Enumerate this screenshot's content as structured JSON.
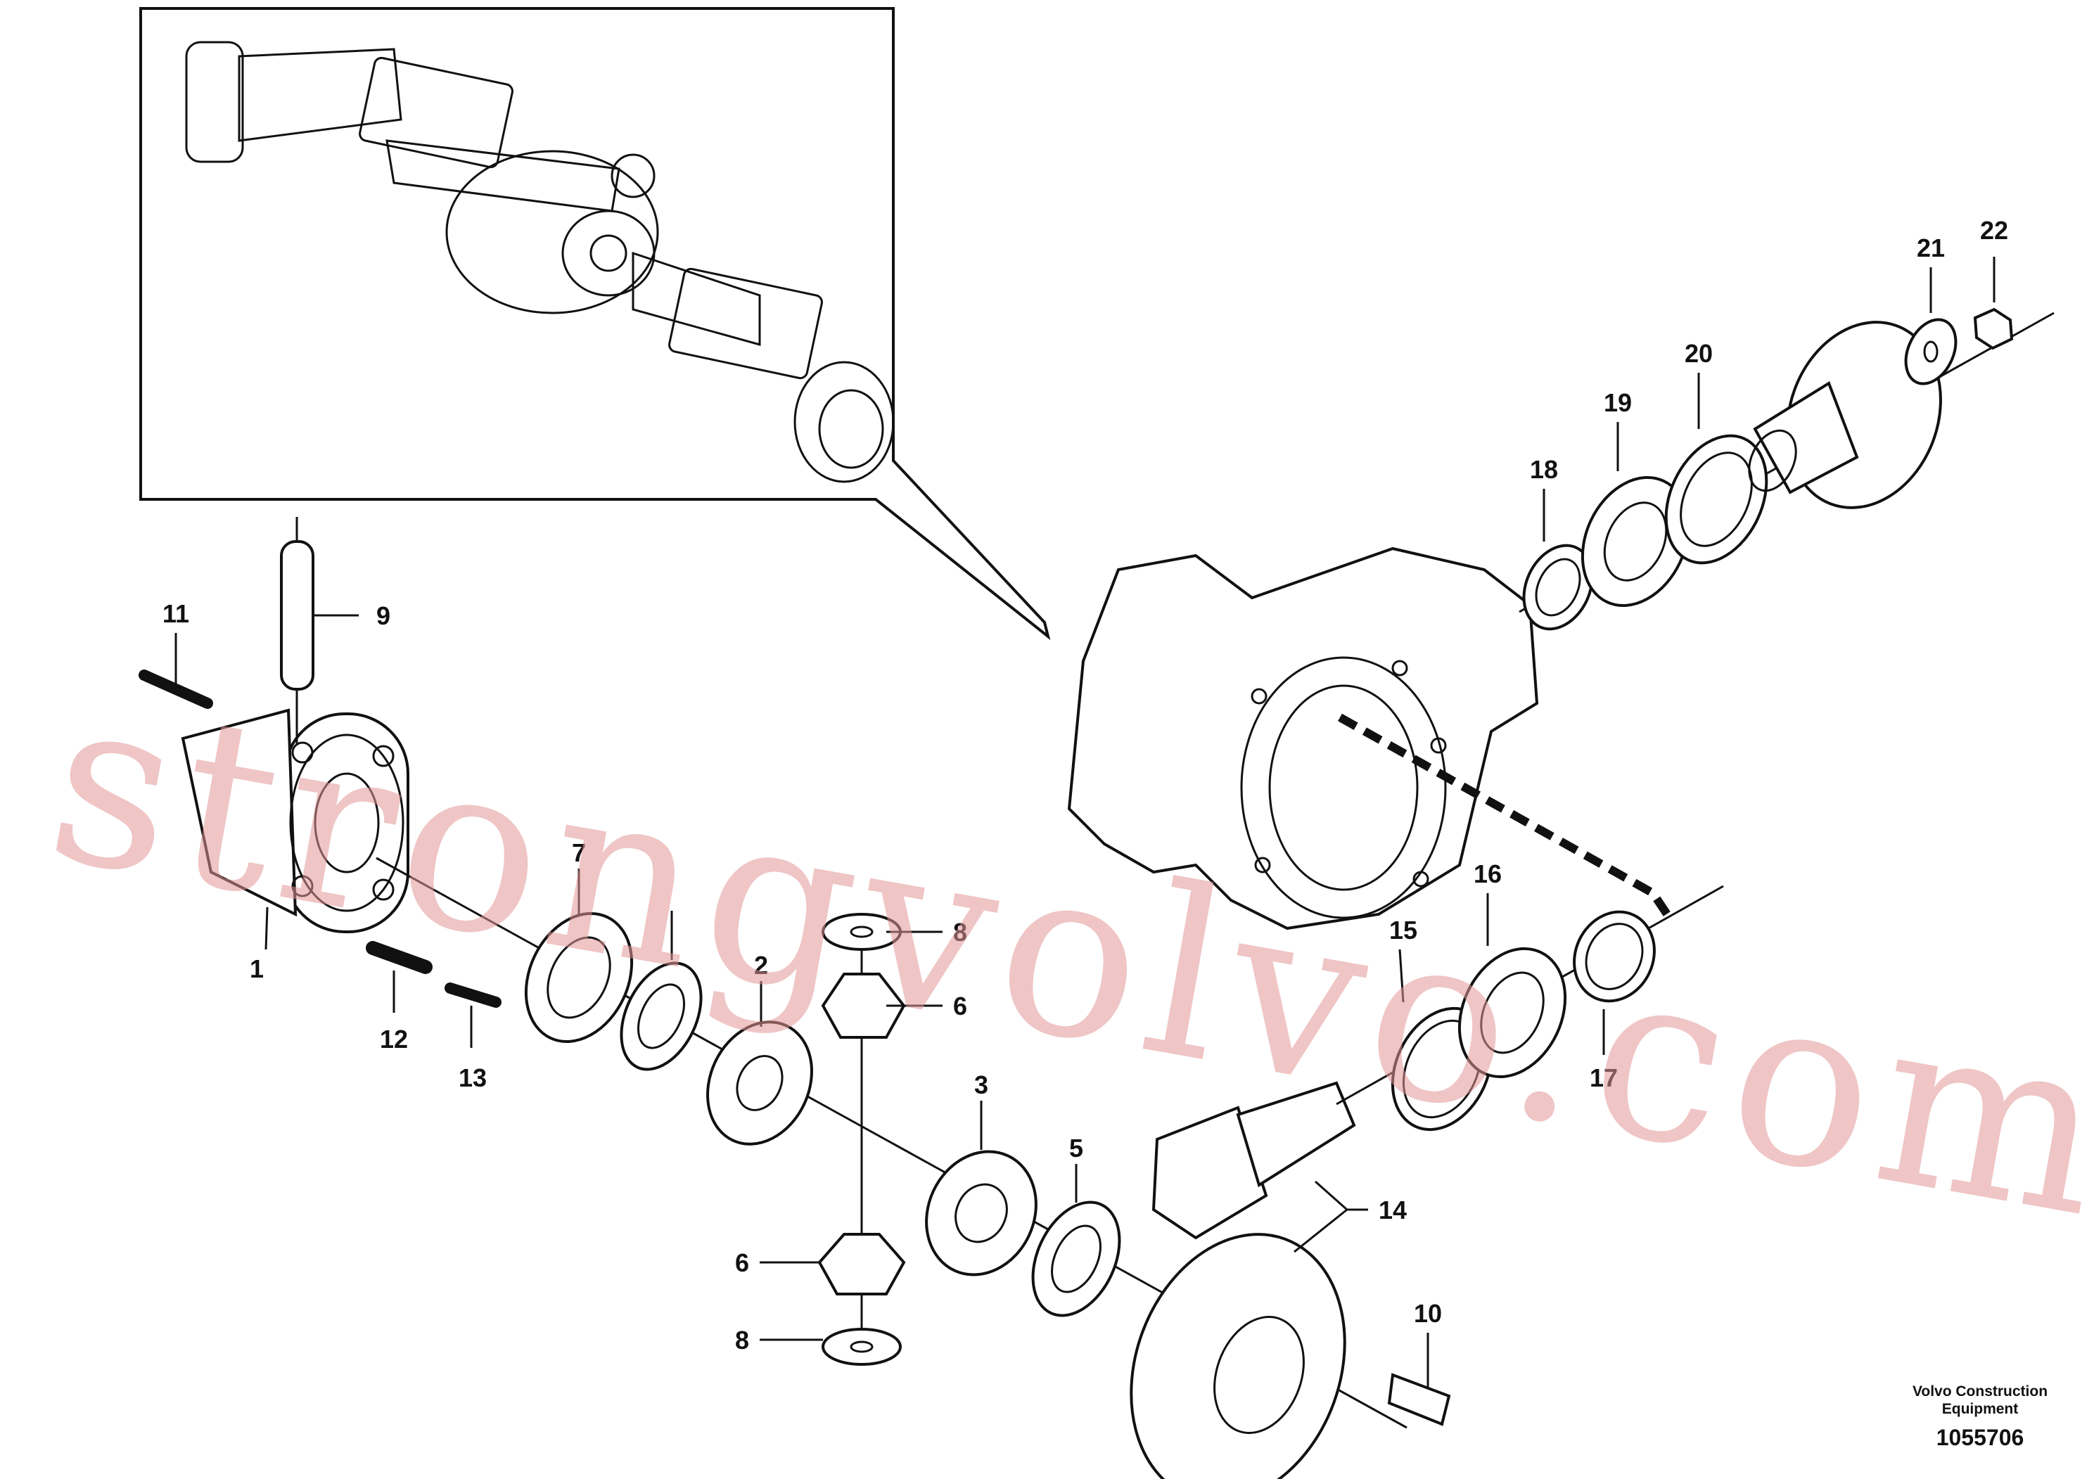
{
  "watermark": "strongvolvo.com",
  "corporate_line1": "Volvo Construction",
  "corporate_line2": "Equipment",
  "drawing_number": "1055706",
  "callouts": [
    "1",
    "2",
    "3",
    "5",
    "6",
    "6",
    "7",
    "8",
    "8",
    "9",
    "10",
    "11",
    "12",
    "13",
    "14",
    "15",
    "16",
    "17",
    "18",
    "19",
    "20",
    "21",
    "22"
  ]
}
